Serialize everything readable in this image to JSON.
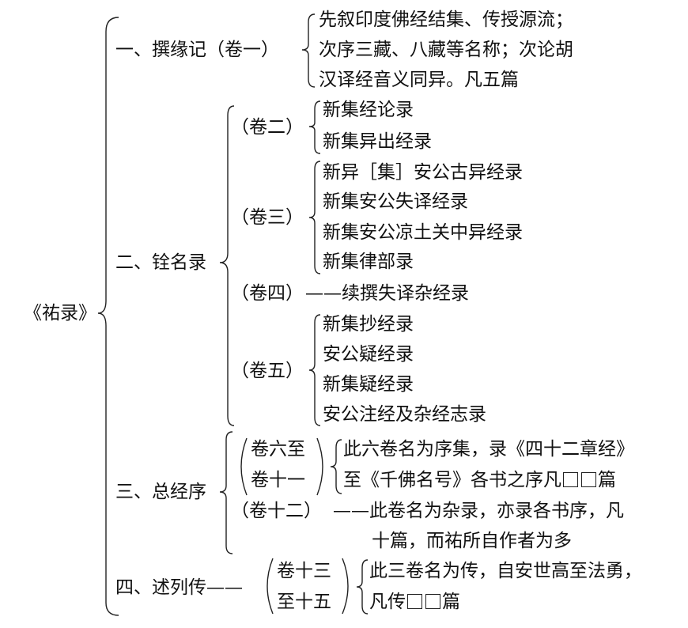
{
  "root": "《祐录》",
  "sec1": {
    "label": "一、撰缘记（卷一）",
    "lines": [
      "先叙印度佛经结集、传授源流；",
      "次序三藏、八藏等名称；次论胡",
      "汉译经音义同异。凡五篇"
    ]
  },
  "sec2": {
    "label": "二、铨名录",
    "v2": {
      "label": "（卷二）",
      "items": [
        "新集经论录",
        "新集异出经录"
      ]
    },
    "v3": {
      "label": "（卷三）",
      "items": [
        "新异［集］安公古异经录",
        "新集安公失译经录",
        "新集安公凉土关中异经录",
        "新集律部录"
      ]
    },
    "v4": {
      "label": "（卷四）",
      "text": "——续撰失译杂经录"
    },
    "v5": {
      "label": "（卷五）",
      "items": [
        "新集抄经录",
        "安公疑经录",
        "新集疑经录",
        "安公注经及杂经志录"
      ]
    }
  },
  "sec3": {
    "label": "三、总经序",
    "a": {
      "label_l1": "卷六至",
      "label_l2": "卷十一",
      "line1": "此六卷名为序集，录《四十二章经》",
      "line2_pre": "至《千佛名号》各书之序凡",
      "line2_post": "篇"
    },
    "b": {
      "label": "（卷十二）",
      "line1": "——此卷名为杂录，亦录各书序，凡",
      "line2": "十篇，而祐所自作者为多"
    }
  },
  "sec4": {
    "label": "四、述列传——",
    "vol_l1": "卷十三",
    "vol_l2": "至十五",
    "line1": "此三卷名为传，自安世高至法勇，",
    "line2_pre": "凡传",
    "line2_post": "篇"
  }
}
